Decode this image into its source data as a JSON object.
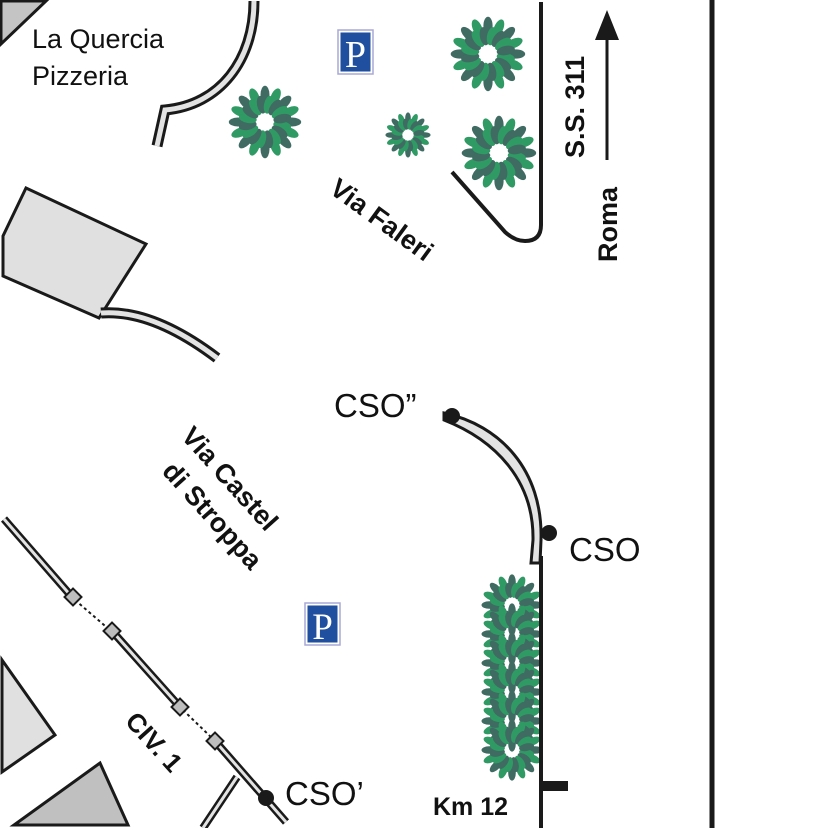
{
  "colors": {
    "background": "#ffffff",
    "outline": "#1a1a1a",
    "building_fill": "#e0e0e0",
    "building_fill_dark": "#c0c0c0",
    "road_fill": "#e3e3e3",
    "tree_dark": "#3f6b62",
    "tree_light": "#2f9a63",
    "parking_blue": "#1f4f9e",
    "parking_border": "#a9a9d6",
    "parking_letter": "#ffffff"
  },
  "labels": {
    "pizzeria_line1": "La Quercia",
    "pizzeria_line2": "Pizzeria",
    "via_faleri": "Via Faleri",
    "via_castel_line1": "Via Castel",
    "via_castel_line2": "di Stroppa",
    "ss311": "S.S. 311",
    "roma": "Roma",
    "cso_double": "CSO”",
    "cso": "CSO",
    "cso_single": "CSO’",
    "civ1": "CIV. 1",
    "km12": "Km 12",
    "parking_letter": "P"
  },
  "icons": {
    "parking": "parking-sign-icon",
    "tree": "tree-icon",
    "arrow": "arrow-up-icon",
    "point": "station-point-icon"
  }
}
